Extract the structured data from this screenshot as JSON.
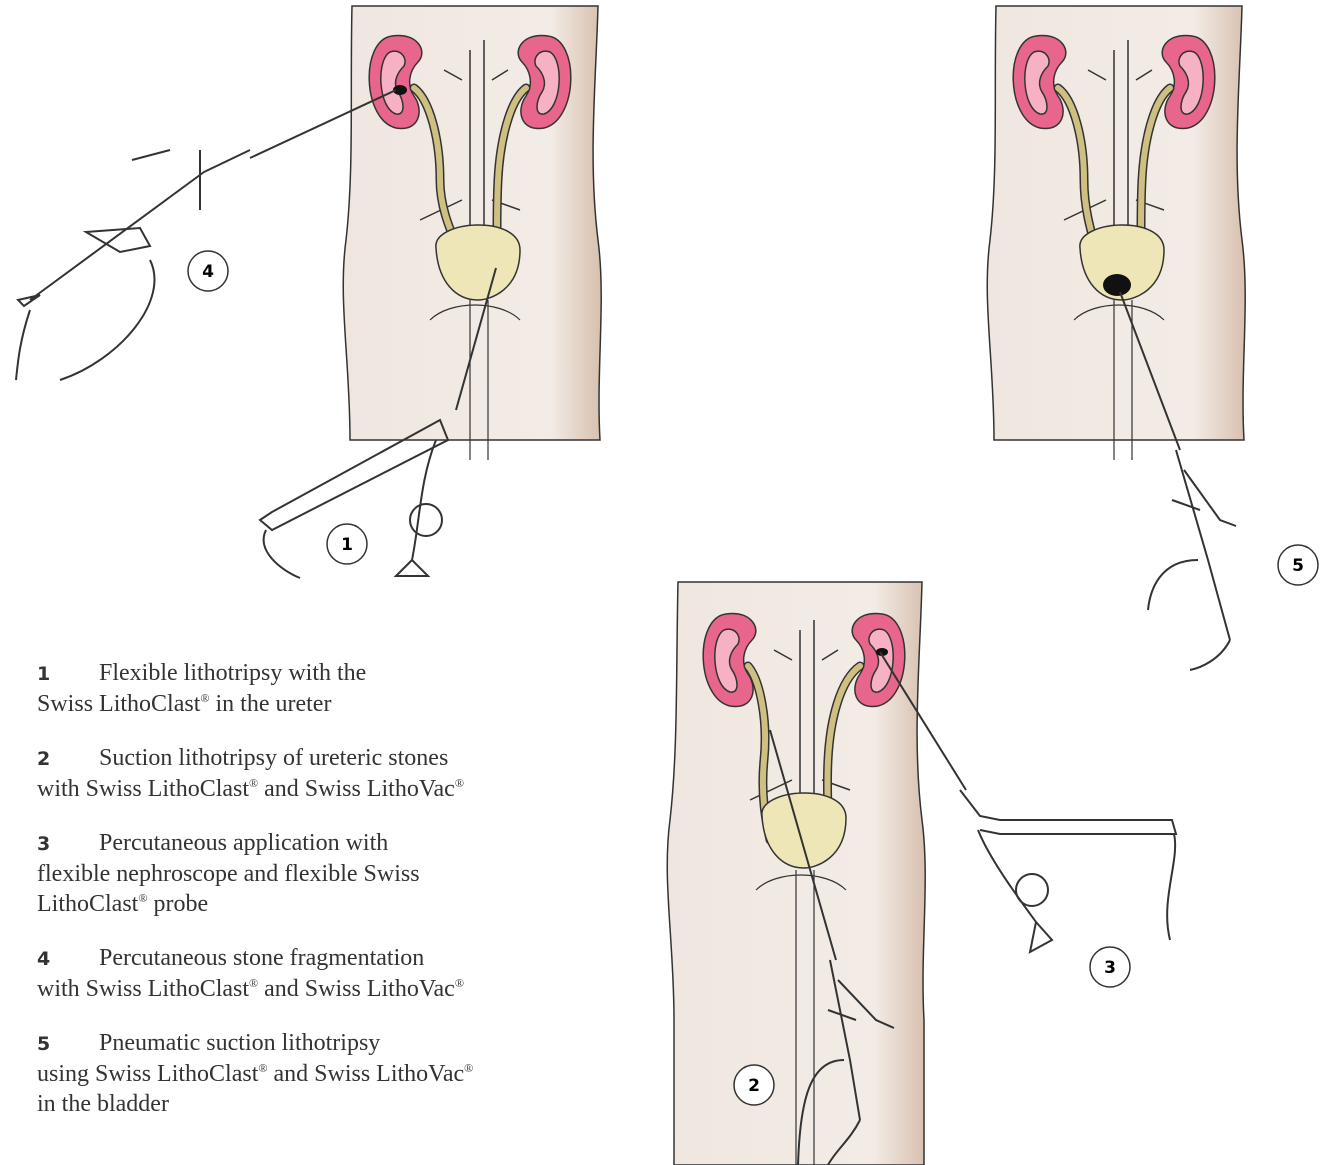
{
  "colors": {
    "skin": "#f3ebe4",
    "skin_shadow": "#dcc6b5",
    "kidney": "#e8668c",
    "kidney_inner": "#f6b1c4",
    "ureter": "#cfc082",
    "bladder": "#efe6b8",
    "stone": "#111111",
    "line": "#222222"
  },
  "callouts": [
    "4",
    "1",
    "5",
    "2",
    "3"
  ],
  "legend": [
    {
      "num": "1",
      "line1": "Flexible lithotripsy with the",
      "line2_before": "Swiss LithoClast",
      "line2_after": " in the ureter"
    },
    {
      "num": "2",
      "line1": "Suction lithotripsy of ureteric stones",
      "line2_before": "with Swiss LithoClast",
      "line2_mid": " and Swiss LithoVac",
      "line2_after": ""
    },
    {
      "num": "3",
      "line1": "Percutaneous application with",
      "line2": "flexible nephroscope and flexible Swiss",
      "line3_before": "LithoClast",
      "line3_after": " probe"
    },
    {
      "num": "4",
      "line1": "Percutaneous stone fragmentation",
      "line2_before": "with Swiss LithoClast",
      "line2_mid": " and Swiss LithoVac",
      "line2_after": ""
    },
    {
      "num": "5",
      "line1": "Pneumatic suction lithotripsy",
      "line2_before": "using Swiss LithoClast",
      "line2_mid": " and Swiss LithoVac",
      "line3": "in the bladder"
    }
  ],
  "reg": "®"
}
